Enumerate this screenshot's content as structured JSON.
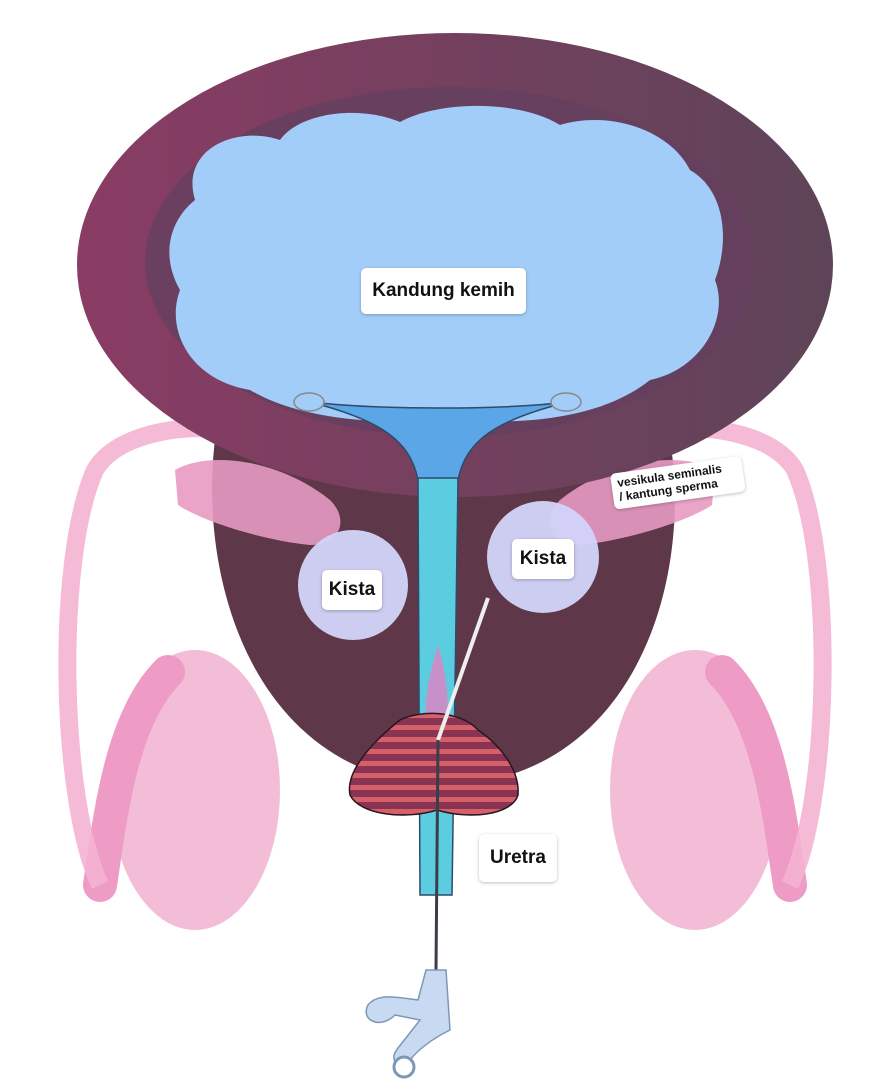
{
  "labels": {
    "bladder": "Kandung kemih",
    "cyst_left": "Kista",
    "cyst_right": "Kista",
    "seminal_vesicle_line1": "vesikula seminalis",
    "seminal_vesicle_line2": "/ kantung sperma",
    "urethra": "Uretra"
  },
  "colors": {
    "bladder_wall": "#7e3f66",
    "bladder_lumen": "#a2cdf8",
    "prostate": "#5e3848",
    "urethra": "#5ccde0",
    "testis": "#f3bcd7",
    "vas_deferens": "#f3a8cc",
    "cyst_circle": "#d3d4fb",
    "sphincter": "#d1586a",
    "catheter": "#c8daf2"
  }
}
